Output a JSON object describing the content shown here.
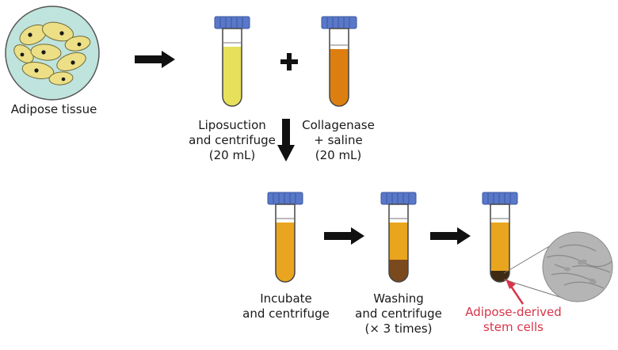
{
  "labels": {
    "adipose_tissue": "Adipose tissue",
    "liposuction": [
      "Liposuction",
      "and centrifuge",
      "(20 mL)"
    ],
    "collagenase": [
      "Collagenase",
      "+ saline",
      "(20 mL)"
    ],
    "incubate": [
      "Incubate",
      "and centrifuge"
    ],
    "washing": [
      "Washing",
      "and centrifuge",
      "(× 3 times)"
    ],
    "stem_cells": [
      "Adipose-derived",
      "stem cells"
    ]
  },
  "colors": {
    "cap": "#5a78c8",
    "cap_ridge": "#3b56a3",
    "tube_outline": "#444444",
    "liposuction_liquid": "#e6e05a",
    "collagenase_liquid": "#dd7f10",
    "incubate_liquid": "#e9a51e",
    "pellet": "#7a4a1e",
    "cell_fill": "#ecdf86",
    "cell_nucleus": "#1a1a1a",
    "dish_fill": "#bfe3dd",
    "arrow": "#111111",
    "highlight": "#d8344a",
    "micrograph": "#b5b5b5"
  },
  "icons": {
    "combine": "plus-icon",
    "step": "arrow-right-icon",
    "next_row": "arrow-down-icon",
    "pointer": "pointer-arrow-icon"
  }
}
